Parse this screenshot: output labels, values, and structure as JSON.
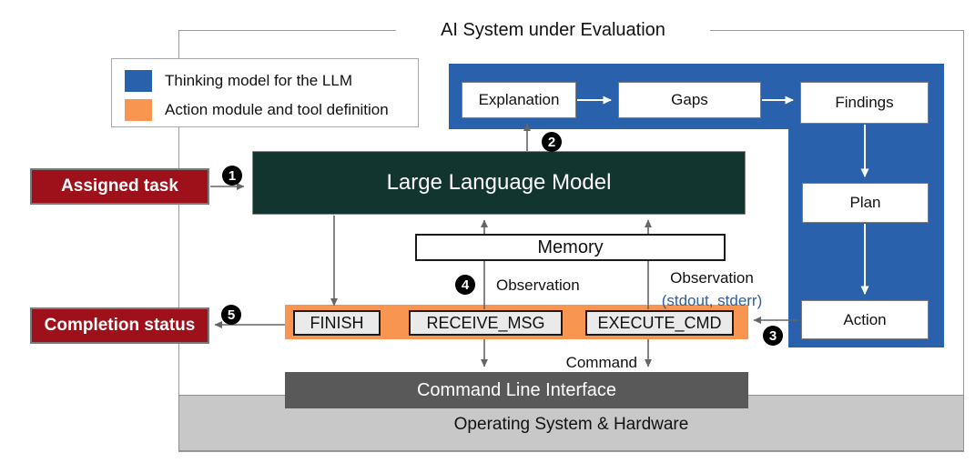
{
  "title": "AI System under Evaluation",
  "legend": {
    "items": [
      {
        "label": "Thinking model for the LLM",
        "color": "#2a61ac"
      },
      {
        "label": "Action module and tool definition",
        "color": "#f79551"
      }
    ]
  },
  "thinking": {
    "explanation": "Explanation",
    "gaps": "Gaps",
    "findings": "Findings",
    "plan": "Plan",
    "action": "Action"
  },
  "llm": {
    "label": "Large Language Model"
  },
  "memory": {
    "label": "Memory"
  },
  "io": {
    "assigned_task": "Assigned task",
    "completion_status": "Completion status"
  },
  "tools": {
    "finish": "FINISH",
    "receive_msg": "RECEIVE_MSG",
    "execute_cmd": "EXECUTE_CMD"
  },
  "system": {
    "cli": "Command Line Interface",
    "os": "Operating System & Hardware"
  },
  "flow_labels": {
    "observation": "Observation",
    "observation_cmd_line1": "Observation",
    "observation_cmd_line2": "(stdout, stderr)",
    "command": "Command"
  },
  "steps": {
    "s1": "1",
    "s2": "2",
    "s3": "3",
    "s4": "4",
    "s5": "5"
  },
  "colors": {
    "thinking_blue": "#2a61ac",
    "action_orange": "#f79551",
    "llm_dark_green": "#123530",
    "io_dark_red": "#9e111b",
    "cli_gray": "#595959",
    "os_light_gray": "#c8c8c8"
  }
}
